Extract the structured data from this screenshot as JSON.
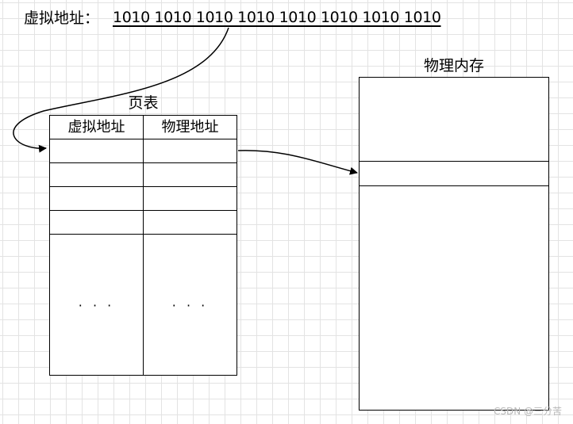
{
  "virtual_address": {
    "label": "虚拟地址：",
    "value": "1010 1010 1010 1010 1010 1010 1010 1010"
  },
  "page_table": {
    "title": "页表",
    "columns": [
      "虚拟地址",
      "物理地址"
    ],
    "ellipsis": [
      "· · ·",
      "· · ·"
    ]
  },
  "physical_memory": {
    "title": "物理内存"
  },
  "watermark": "CSDN @三分苦"
}
